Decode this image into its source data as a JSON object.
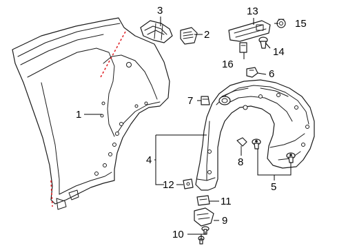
{
  "callouts": {
    "c1": "1",
    "c2": "2",
    "c3": "3",
    "c4": "4",
    "c5": "5",
    "c6": "6",
    "c7": "7",
    "c8": "8",
    "c9": "9",
    "c10": "10",
    "c11": "11",
    "c12": "12",
    "c13": "13",
    "c14": "14",
    "c15": "15",
    "c16": "16"
  },
  "colors": {
    "line": "#1a1a1a",
    "cut_line": "#e0262b",
    "background": "#ffffff"
  }
}
